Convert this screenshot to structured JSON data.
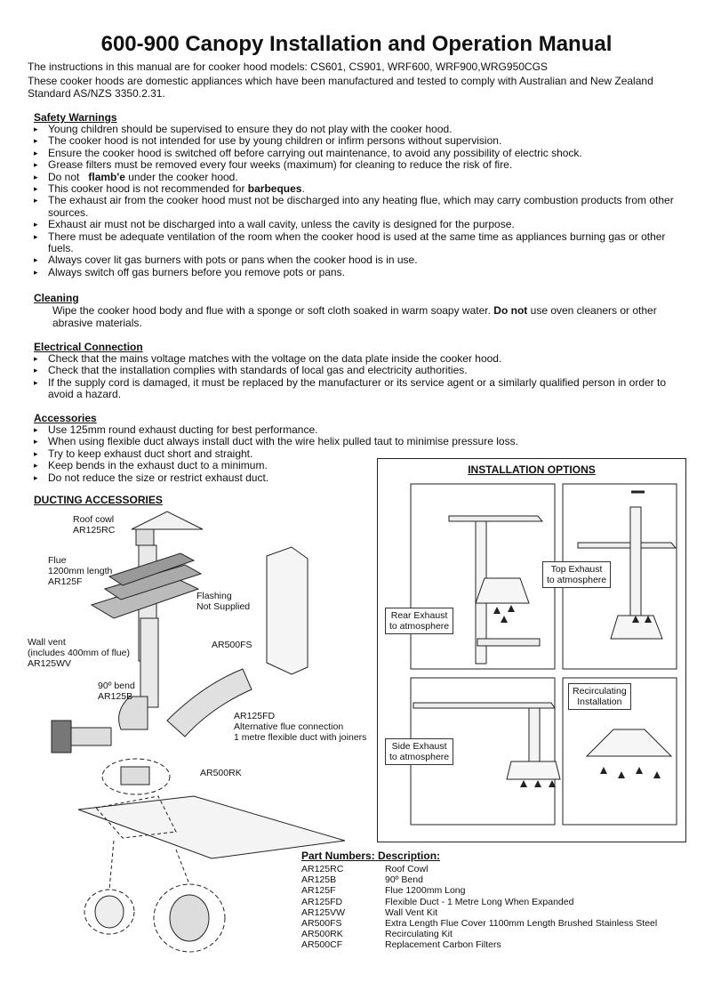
{
  "title": "600-900 Canopy Installation and Operation Manual",
  "intro": [
    "The instructions in this manual are for cooker hood models: CS601, CS901, WRF600, WRF900,WRG950CGS",
    "These cooker hoods are domestic appliances which have been manufactured and tested to comply with Australian and New Zealand Standard AS/NZS 3350.2.31."
  ],
  "safety": {
    "heading": "Safety Warnings",
    "items": [
      "Young children should be supervised to ensure they do not play with the cooker hood.",
      "The cooker hood is not intended for use by young children or infirm persons without supervision.",
      "Ensure the cooker hood is switched off before carrying out maintenance, to avoid any possibility of electric shock.",
      "Grease filters must be removed every four weeks (maximum) for cleaning to reduce the risk of fire.",
      "Do not",
      "flamb'e",
      "under the cooker hood.",
      "This cooker hood is not recommended for",
      "barbeques",
      "The exhaust air from the cooker hood must not be discharged into any heating flue, which may carry combustion products from other sources.",
      "Exhaust air must not be discharged into a wall cavity, unless the cavity is designed for the purpose.",
      "There must be adequate ventilation of the room when the cooker hood is used at the same time as appliances burning gas or other fuels.",
      "Always cover lit gas burners with pots or pans when the cooker hood is in use.",
      "Always switch off gas burners before you remove pots or pans."
    ]
  },
  "cleaning": {
    "heading": "Cleaning",
    "text_a": "Wipe the cooker hood body and flue with a sponge or soft cloth soaked in warm soapy water.",
    "text_bold": "Do not",
    "text_b": "use oven cleaners or other abrasive materials."
  },
  "electrical": {
    "heading": "Electrical Connection",
    "items": [
      "Check that the mains voltage matches with the voltage on the data plate inside the cooker hood.",
      "Check that the installation complies with standards of local gas and electricity authorities.",
      "If the supply cord is damaged, it must be replaced by the manufacturer or its service agent or a similarly qualified person in order to avoid a hazard."
    ]
  },
  "accessories": {
    "heading": "Accessories",
    "items": [
      "Use 125mm round exhaust ducting for best performance.",
      "When using flexible duct always install duct with the wire helix pulled taut to minimise pressure loss.",
      "Try to keep exhaust duct short and straight.",
      "Keep bends in the exhaust duct to a minimum.",
      "Do not reduce the size or restrict exhaust duct."
    ]
  },
  "ducting": {
    "heading": "DUCTING ACCESSORIES",
    "labels": {
      "cowl": "Roof cowl\nAR125RC",
      "flue": "Flue\n1200mm length\nAR125F",
      "flashing": "Flashing\nNot Supplied",
      "ar500fs": "AR500FS",
      "wallvent": "Wall vent\n(includes 400mm of flue)\nAR125WV",
      "bend": "90º bend\nAR125B",
      "flex": "AR125FD\nAlternative flue connection\n1 metre flexible duct with joiners",
      "ar500rk": "AR500RK"
    }
  },
  "installation": {
    "heading": "INSTALLATION OPTIONS",
    "rear": "Rear Exhaust\nto atmosphere",
    "top": "Top Exhaust\nto atmosphere",
    "side": "Side Exhaust\nto atmosphere",
    "recirc": "Recirculating\nInstallation"
  },
  "parts": {
    "heading": "Part Numbers: Description:",
    "rows": [
      {
        "code": "AR125RC",
        "desc": "Roof Cowl"
      },
      {
        "code": "AR125B",
        "desc": "90º Bend"
      },
      {
        "code": "AR125F",
        "desc": "Flue 1200mm Long"
      },
      {
        "code": "AR125FD",
        "desc": "Flexible Duct - 1 Metre Long When Expanded"
      },
      {
        "code": "AR125VW",
        "desc": "Wall Vent Kit"
      },
      {
        "code": "AR500FS",
        "desc": "Extra Length Flue Cover 1100mm Length Brushed Stainless Steel"
      },
      {
        "code": "AR500RK",
        "desc": "Recirculating Kit"
      },
      {
        "code": "AR500CF",
        "desc": "Replacement Carbon Filters"
      }
    ]
  }
}
